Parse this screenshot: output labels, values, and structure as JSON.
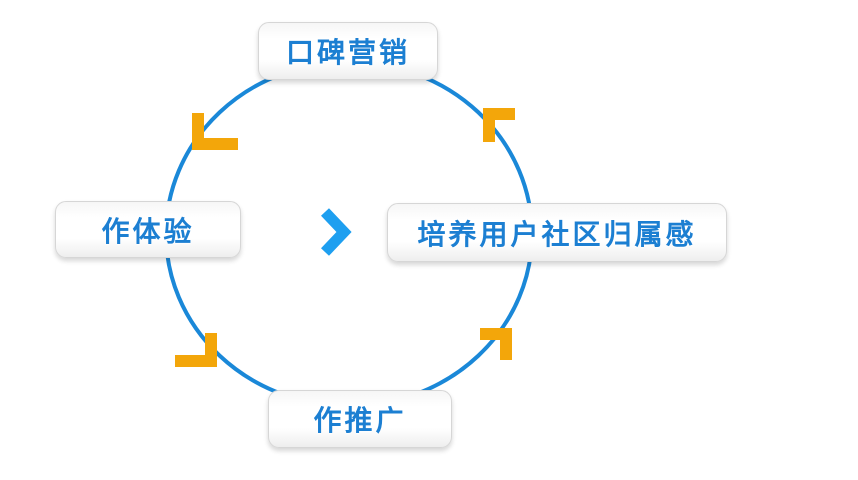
{
  "diagram": {
    "type": "cycle",
    "nodes": [
      {
        "position": "top",
        "label": "口碑营销"
      },
      {
        "position": "left",
        "label": "作体验"
      },
      {
        "position": "right",
        "label": "培养用户社区归属感"
      },
      {
        "position": "bottom",
        "label": "作推广"
      }
    ],
    "flow": {
      "direction": "counterclockwise",
      "arrow_count": 4,
      "center_icon": "chevron-right-icon"
    },
    "colors": {
      "ring": "#1a88d8",
      "label_text": "#1c7fd2",
      "flow_arrows": "#f3a60a",
      "center_chevron": "#1e9ff0",
      "node_border": "#d6d6d6",
      "node_background": "#ffffff",
      "background": "#ffffff"
    }
  }
}
